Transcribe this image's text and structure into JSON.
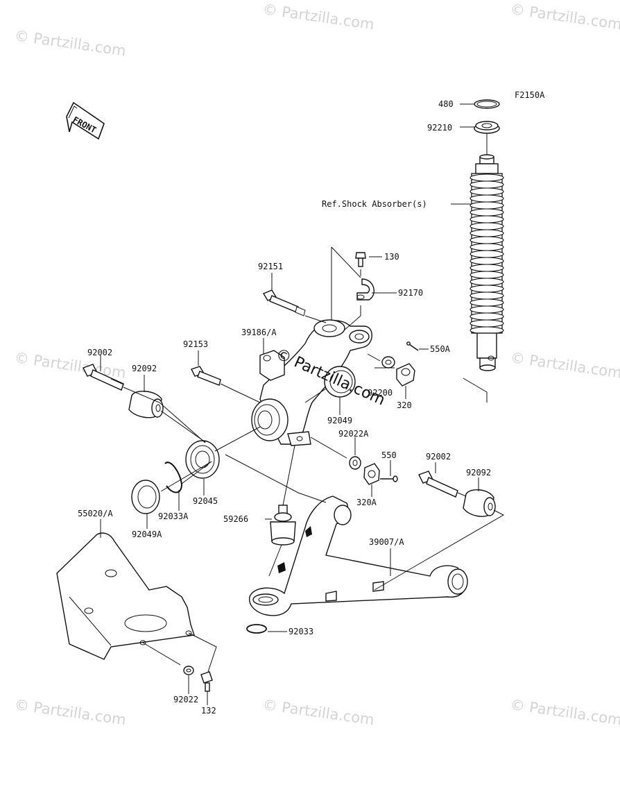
{
  "figure_code": "F2150A",
  "front_label": "FRONT",
  "watermark": "© Partzilla.com",
  "center_watermark": "© Partzilla.com",
  "labels": {
    "p480": "480",
    "p92210": "92210",
    "ref_shock": "Ref.Shock Absorber(s)",
    "p130": "130",
    "p92151": "92151",
    "p92170": "92170",
    "p39186": "39186/A",
    "p92153": "92153",
    "p550a": "550A",
    "p92002_left": "92002",
    "p92092_left": "92092",
    "p92200": "92200",
    "p320": "320",
    "p92049": "92049",
    "p92022a": "92022A",
    "p550": "550",
    "p92002_right": "92002",
    "p92092_right": "92092",
    "p320a": "320A",
    "p92045": "92045",
    "p92033a": "92033A",
    "p55020": "55020/A",
    "p92049a": "92049A",
    "p59266": "59266",
    "p39007": "39007/A",
    "p92033": "92033",
    "p92022": "92022",
    "p132": "132"
  }
}
